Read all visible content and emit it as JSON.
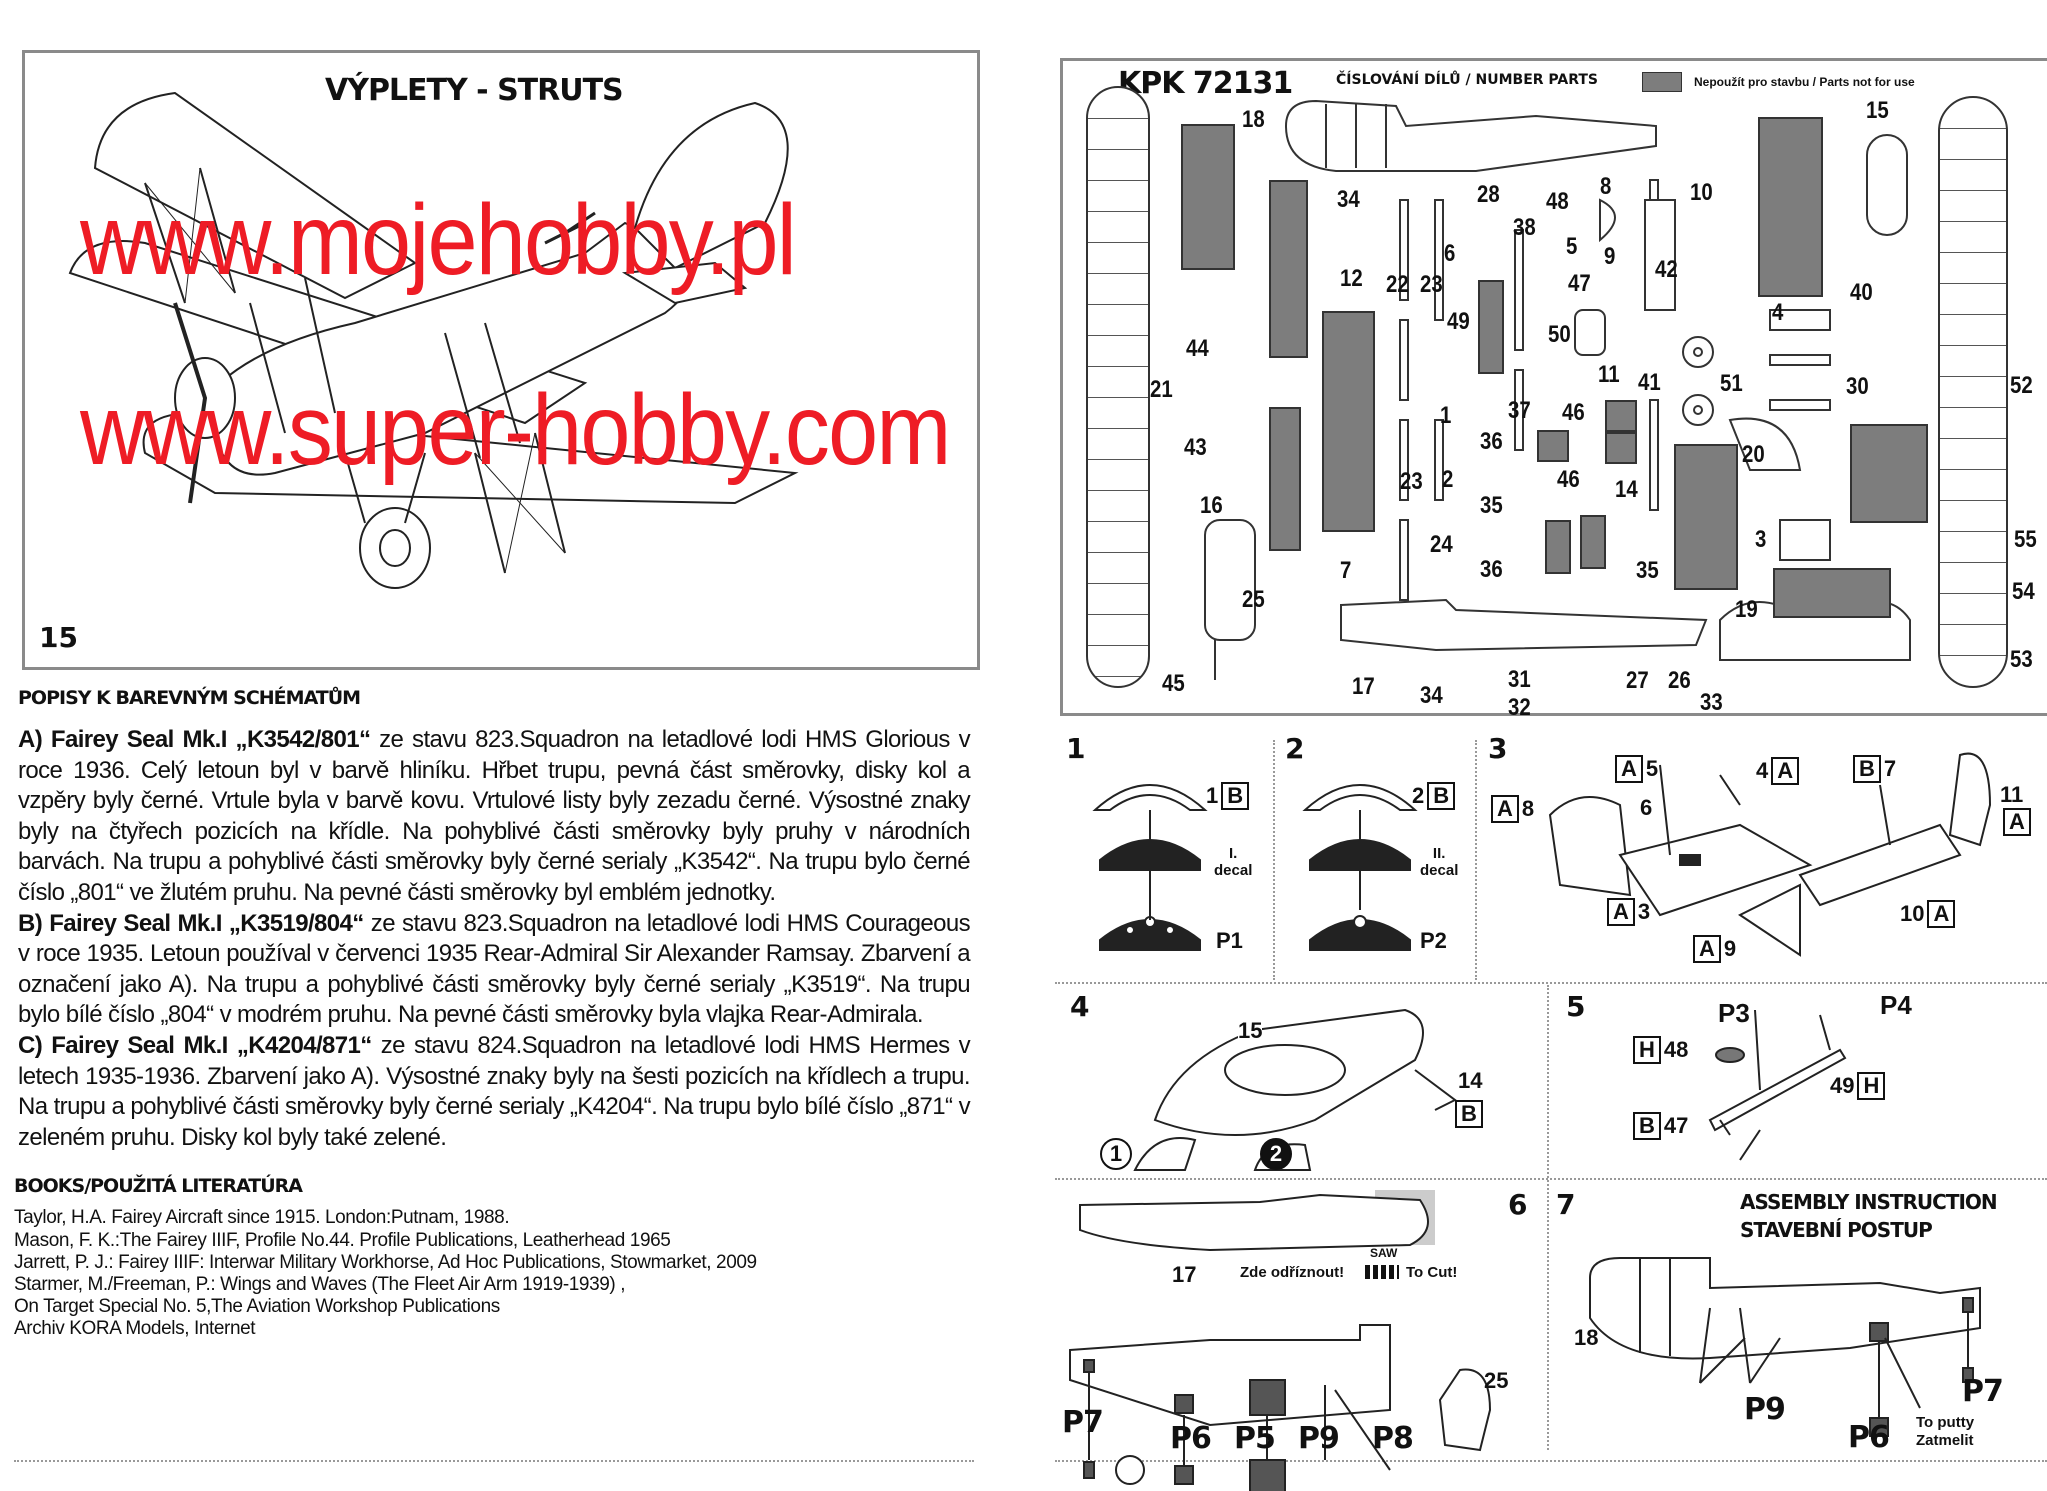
{
  "struts": {
    "title": "VÝPLETY - STRUTS",
    "page_number": "15"
  },
  "parts_sheet": {
    "kit_code": "KPK 72131",
    "title": "ČÍSLOVÁNÍ DÍLŮ / NUMBER PARTS",
    "legend": "Nepoužít pro stavbu / Parts not for use",
    "legend_color": "#7d7d7d",
    "part_numbers": [
      "18",
      "34",
      "28",
      "48",
      "8",
      "10",
      "15",
      "38",
      "6",
      "5",
      "9",
      "12",
      "22",
      "23",
      "47",
      "42",
      "40",
      "4",
      "49",
      "50",
      "44",
      "11",
      "41",
      "51",
      "30",
      "52",
      "21",
      "1",
      "37",
      "46",
      "36",
      "43",
      "20",
      "23",
      "2",
      "46",
      "14",
      "16",
      "35",
      "24",
      "3",
      "55",
      "36",
      "35",
      "7",
      "54",
      "25",
      "19",
      "53",
      "45",
      "17",
      "31",
      "27",
      "26",
      "34",
      "32",
      "33"
    ]
  },
  "watermarks": [
    "www.mojehobby.pl",
    "www.super-hobby.com"
  ],
  "watermark_color": "#ee1c25",
  "schemes": {
    "heading": "POPISY K BAREVNÝM SCHÉMATŮM",
    "items": [
      {
        "title": "A) Fairey Seal Mk.I „K3542/801“",
        "text": " ze stavu 823.Squadron na letadlové lodi HMS Glorious v roce 1936. Celý letoun byl v barvě hliníku. Hřbet trupu, pevná část směrovky, disky kol a vzpěry byly černé. Vrtule byla v barvě kovu. Vrtulové listy byly zezadu černé. Výsostné znaky byly na čtyřech pozicích na křídle. Na pohyblivé části směrovky byly pruhy v národních barvách. Na trupu a pohyblivé části směrovky byly černé serialy „K3542“. Na trupu bylo černé číslo „801“ ve žlutém pruhu. Na pevné části směrovky byl emblém jednotky."
      },
      {
        "title": "B) Fairey Seal Mk.I „K3519/804“",
        "text": " ze stavu 823.Squadron na letadlové lodi HMS Courageous v roce 1935. Letoun používal v červenci 1935 Rear-Admiral Sir Alexander Ramsay. Zbarvení a označení jako A). Na trupu a pohyblivé části směrovky byly černé serialy „K3519“. Na trupu bylo bílé číslo „804“ v modrém pruhu. Na pevné části směrovky byla vlajka Rear-Admirala."
      },
      {
        "title": "C) Fairey Seal Mk.I „K4204/871“",
        "text": " ze stavu 824.Squadron na letadlové lodi HMS Hermes v letech 1935-1936. Zbarvení jako A). Výsostné znaky byly na šesti pozicích na křídlech a trupu. Na trupu a pohyblivé části směrovky byly černé serialy „K4204“. Na trupu bylo bílé číslo „871“ v zeleném pruhu. Disky kol byly také zelené."
      }
    ]
  },
  "books": {
    "heading": "BOOKS/POUŽITÁ LITERATÚRA",
    "items": [
      "Taylor, H.A. Fairey Aircraft since 1915. London:Putnam, 1988.",
      "Mason, F. K.:The Fairey IIIF, Profile No.44. Profile Publications, Leatherhead 1965",
      "Jarrett, P. J.: Fairey IIIF: Interwar Military Workhorse, Ad Hoc Publications, Stowmarket, 2009",
      "Starmer, M./Freeman, P.: Wings and Waves (The Fleet Air Arm 1919-1939) ,",
      "On Target Special No. 5,The Aviation Workshop Publications",
      "Archiv KORA Models, Internet"
    ]
  },
  "steps": {
    "s1": {
      "num": "1",
      "part": "1",
      "tag": "B",
      "decal": "I.",
      "decal_word": "decal",
      "placard": "P1"
    },
    "s2": {
      "num": "2",
      "part": "2",
      "tag": "B",
      "decal": "II.",
      "decal_word": "decal",
      "placard": "P2"
    },
    "s3": {
      "num": "3",
      "tag_a": "A",
      "tag_b": "B",
      "p5": "5",
      "p4": "4",
      "p7": "7",
      "p11": "11",
      "p8": "8",
      "p6": "6",
      "p3": "3",
      "p9": "9",
      "p10": "10"
    },
    "s4": {
      "num": "4",
      "p15": "15",
      "p14": "14",
      "tag": "B",
      "opt1": "1",
      "opt2": "2"
    },
    "s5": {
      "num": "5",
      "p3": "P3",
      "p4": "P4",
      "tag_h": "H",
      "tag_b": "B",
      "p48": "48",
      "p49": "49",
      "p47": "47"
    },
    "s6": {
      "num": "6",
      "p17": "17",
      "cut_cz": "Zde odříznout!",
      "saw": "SAW",
      "cut_en": "To Cut!",
      "p25": "25",
      "placards": [
        "P7",
        "P6",
        "P5",
        "P9",
        "P8"
      ]
    },
    "s7": {
      "num": "7",
      "title_en": "ASSEMBLY INSTRUCTION",
      "title_cz": "STAVEBNÍ POSTUP",
      "p18": "18",
      "p9": "P9",
      "p7": "P7",
      "p6": "P6",
      "putty_en": "To putty",
      "putty_cz": "Zatmelit"
    }
  }
}
